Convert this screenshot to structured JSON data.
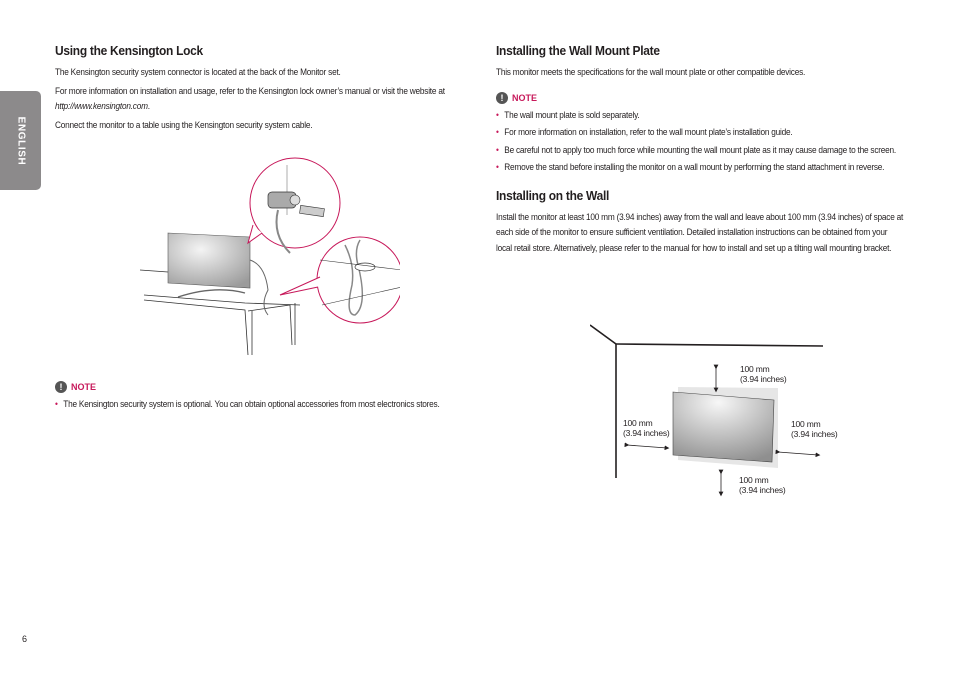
{
  "sidebar": {
    "language_tab": "ENGLISH"
  },
  "left": {
    "title": "Using the Kensington Lock",
    "paragraphs": [
      "The Kensington security system connector is located at the back of the Monitor set.",
      "For more information on installation and usage, refer to the Kensington lock owner’s manual or visit the website at ",
      "Connect the monitor to a table using the Kensington security system cable."
    ],
    "link": "http://www.kensington.com",
    "link_suffix": ".",
    "note": {
      "label": "NOTE",
      "icon": "exclamation-icon",
      "items": [
        "The Kensington security system is optional. You can obtain optional accessories from most electronics stores."
      ]
    }
  },
  "right": {
    "wall_plate": {
      "title": "Installing the Wall Mount Plate",
      "intro": "This monitor meets the specifications for the wall mount plate or other compatible devices.",
      "note": {
        "label": "NOTE",
        "icon": "exclamation-icon",
        "items": [
          "The wall mount plate is sold separately.",
          "For more information on installation, refer to the wall mount plate’s installation guide.",
          "Be careful not to apply too much force while mounting the wall mount plate as it may cause damage to the screen.",
          "Remove the stand before installing the monitor on a wall mount by performing the stand attachment in reverse."
        ]
      }
    },
    "wall": {
      "title": "Installing on the Wall",
      "body": "Install the monitor at least 100 mm (3.94 inches) away from the wall and leave about 100 mm (3.94 inches) of space at each side of the monitor to ensure sufficient ventilation. Detailed installation instructions can be obtained from your local retail store. Alternatively, please refer to the manual for how to install and set up a tilting wall mounting bracket."
    },
    "diagram": {
      "top": {
        "mm": "100 mm",
        "in": "(3.94 inches)"
      },
      "left": {
        "mm": "100 mm",
        "in": "(3.94 inches)"
      },
      "right": {
        "mm": "100 mm",
        "in": "(3.94 inches)"
      },
      "bottom": {
        "mm": "100 mm",
        "in": "(3.94 inches)"
      }
    }
  },
  "page_number": "6",
  "colors": {
    "accent": "#c7185a",
    "tab": "#8c8a8b"
  }
}
